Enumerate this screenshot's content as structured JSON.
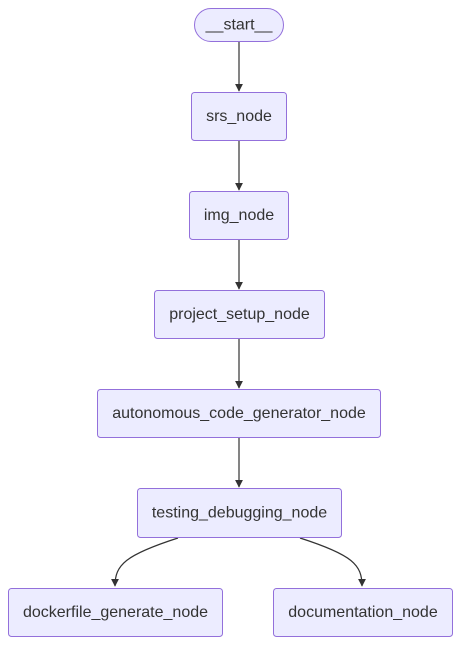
{
  "diagram": {
    "type": "flowchart",
    "direction": "top-down",
    "colors": {
      "node_fill": "#ECECFF",
      "node_stroke": "#9370DB",
      "text": "#333333",
      "edge": "#333333"
    },
    "nodes": [
      {
        "id": "start",
        "label": "__start__",
        "shape": "stadium"
      },
      {
        "id": "srs",
        "label": "srs_node",
        "shape": "rounded-rect"
      },
      {
        "id": "img",
        "label": "img_node",
        "shape": "rounded-rect"
      },
      {
        "id": "project_setup",
        "label": "project_setup_node",
        "shape": "rounded-rect"
      },
      {
        "id": "autonomous_code_generator",
        "label": "autonomous_code_generator_node",
        "shape": "rounded-rect"
      },
      {
        "id": "testing_debugging",
        "label": "testing_debugging_node",
        "shape": "rounded-rect"
      },
      {
        "id": "dockerfile_generate",
        "label": "dockerfile_generate_node",
        "shape": "rounded-rect"
      },
      {
        "id": "documentation",
        "label": "documentation_node",
        "shape": "rounded-rect"
      }
    ],
    "edges": [
      {
        "from": "start",
        "to": "srs"
      },
      {
        "from": "srs",
        "to": "img"
      },
      {
        "from": "img",
        "to": "project_setup"
      },
      {
        "from": "project_setup",
        "to": "autonomous_code_generator"
      },
      {
        "from": "autonomous_code_generator",
        "to": "testing_debugging"
      },
      {
        "from": "testing_debugging",
        "to": "dockerfile_generate"
      },
      {
        "from": "testing_debugging",
        "to": "documentation"
      }
    ]
  }
}
